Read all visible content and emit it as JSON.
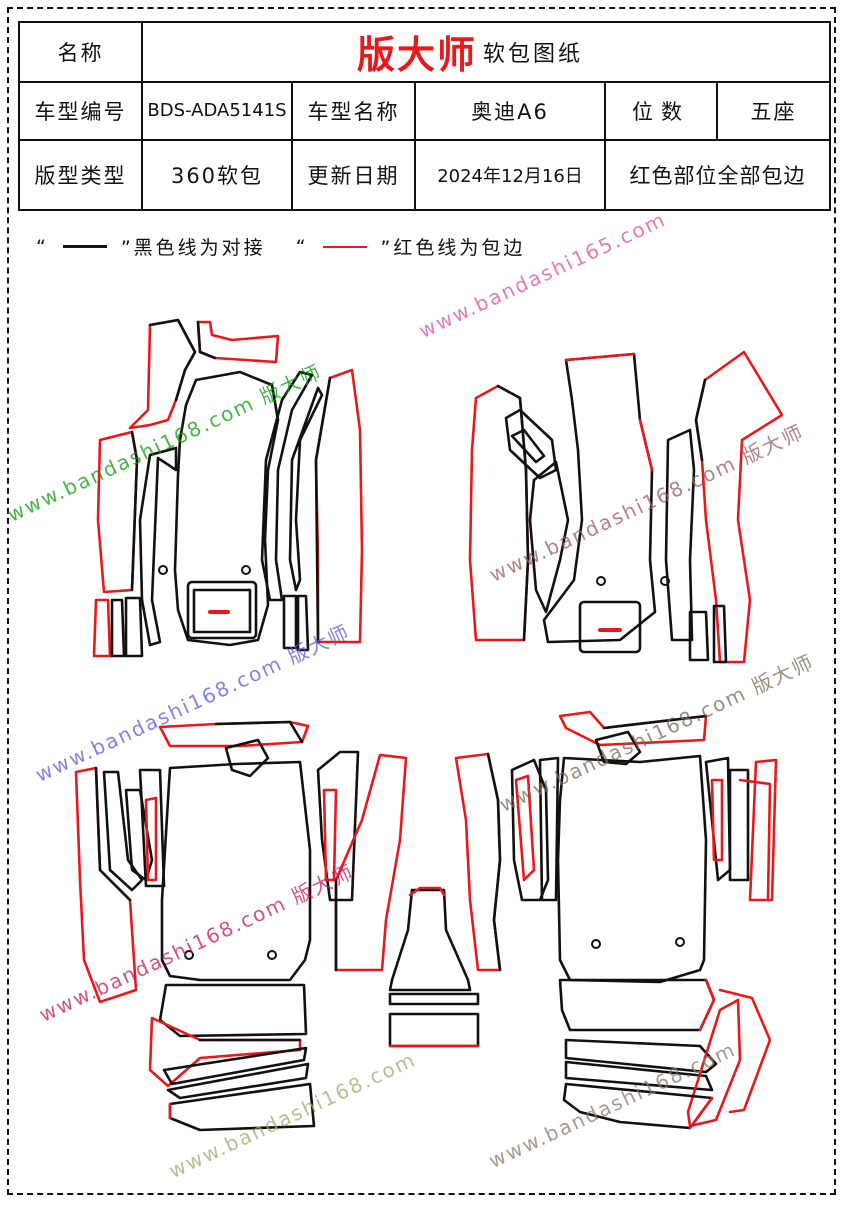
{
  "header": {
    "name_label": "名称",
    "brand": "版大师",
    "title_suffix": "软包图纸",
    "model_code_label": "车型编号",
    "model_code": "BDS-ADA5141S",
    "model_name_label": "车型名称",
    "model_name": "奥迪A6",
    "seats_label": "位数",
    "seats": "五座",
    "pattern_type_label": "版型类型",
    "pattern_type": "360软包",
    "update_label": "更新日期",
    "update_date": "2024年12月16日",
    "note": "红色部位全部包边"
  },
  "legend": {
    "black_open": "“",
    "black_close": "”黑色线为对接",
    "red_open": "“",
    "red_close": "”红色线为包边"
  },
  "watermark": {
    "site": "www.bandashi168.com",
    "site_alt": "www.bandashi165.com",
    "brand": "版大师"
  },
  "colors": {
    "edge_red": "#e8191c",
    "seam_black": "#111111"
  }
}
